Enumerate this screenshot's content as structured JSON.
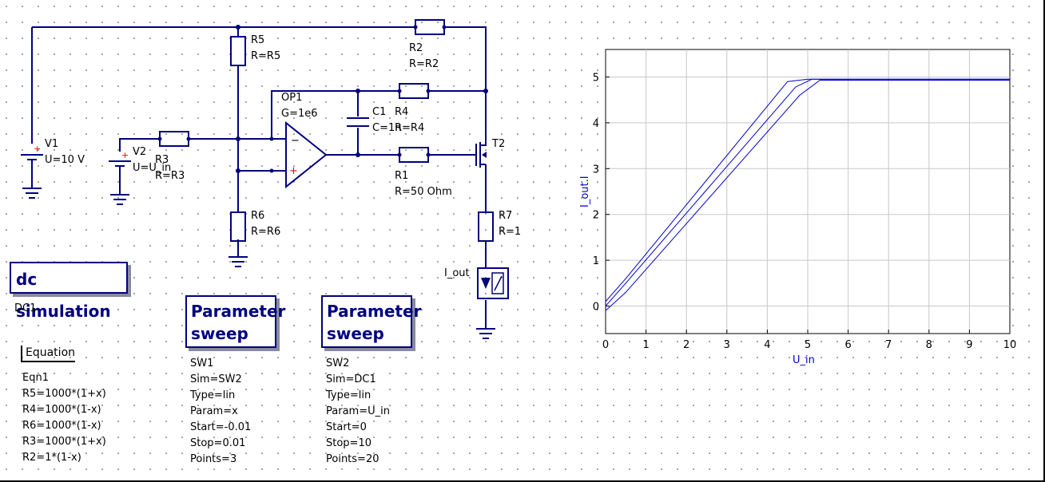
{
  "schematic": {
    "components": {
      "V1": {
        "name": "V1",
        "value": "U=10 V"
      },
      "V2": {
        "name": "V2",
        "value": "U=U_in"
      },
      "R5": {
        "name": "R5",
        "value": "R=R5"
      },
      "R2": {
        "name": "R2",
        "value": "R=R2"
      },
      "R3": {
        "name": "R3",
        "value": "R=R3"
      },
      "R4": {
        "name": "R4",
        "value": "R=R4"
      },
      "R1": {
        "name": "R1",
        "value": "R=50 Ohm"
      },
      "R6": {
        "name": "R6",
        "value": "R=R6"
      },
      "R7": {
        "name": "R7",
        "value": "R=1"
      },
      "C1": {
        "name": "C1",
        "value": "C=1n"
      },
      "OP1": {
        "name": "OP1",
        "value": "G=1e6"
      },
      "T2": {
        "name": "T2"
      },
      "I_out": {
        "name": "I_out"
      }
    },
    "plus_sign": "+",
    "minus_sign": "−"
  },
  "dc_sim": {
    "label": "dc simulation",
    "name": "DC1"
  },
  "sweep1": {
    "label_line1": "Parameter",
    "label_line2": "sweep",
    "props": [
      "SW1",
      "Sim=SW2",
      "Type=lin",
      "Param=x",
      "Start=-0.01",
      "Stop=0.01",
      "Points=3"
    ]
  },
  "sweep2": {
    "label_line1": "Parameter",
    "label_line2": "sweep",
    "props": [
      "SW2",
      "Sim=DC1",
      "Type=lin",
      "Param=U_in",
      "Start=0",
      "Stop=10",
      "Points=20"
    ]
  },
  "equation": {
    "title": "Equation",
    "lines": [
      "Eqn1",
      "R5=1000*(1+x)",
      "R4=1000*(1-x)",
      "R6=1000*(1-x)",
      "R3=1000*(1+x)",
      "R2=1*(1-x)"
    ]
  },
  "colors": {
    "wire": "#000080",
    "trace": "#0000cc",
    "grid": "#c8c8c8"
  },
  "chart_data": {
    "type": "line",
    "xlabel": "U_in",
    "ylabel": "I_out.I",
    "xlim": [
      0,
      10
    ],
    "ylim": [
      -0.6,
      5.6
    ],
    "xticks": [
      0,
      1,
      2,
      3,
      4,
      5,
      6,
      7,
      8,
      9,
      10
    ],
    "yticks": [
      0,
      1,
      2,
      3,
      4,
      5
    ],
    "grid": true,
    "series": [
      {
        "x": [
          0,
          0.5,
          4.5,
          5.0,
          10
        ],
        "y": [
          0.1,
          0.6,
          4.9,
          4.95,
          4.95
        ]
      },
      {
        "x": [
          0,
          0.5,
          4.7,
          5.1,
          10
        ],
        "y": [
          0.0,
          0.5,
          4.78,
          4.95,
          4.95
        ]
      },
      {
        "x": [
          0,
          0.5,
          4.8,
          5.3,
          10
        ],
        "y": [
          -0.1,
          0.3,
          4.6,
          4.93,
          4.93
        ]
      }
    ]
  }
}
